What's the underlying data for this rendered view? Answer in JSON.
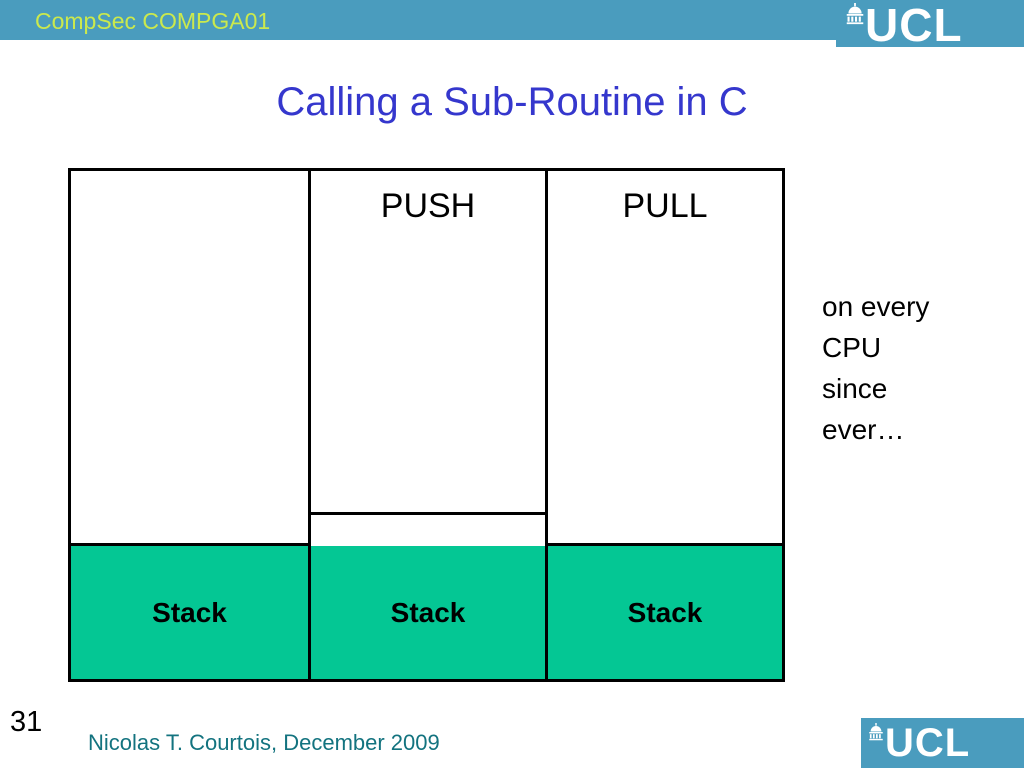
{
  "colors": {
    "bar": "#4a9cbe",
    "header_label": "#cbe94d",
    "title": "#3537cd",
    "stack_green": "#04c794",
    "footer_text": "#13737f"
  },
  "header": {
    "course_label": "CompSec COMPGA01",
    "logo_text": "UCL"
  },
  "slide": {
    "title": "Calling a Sub-Routine in C",
    "page_number": "31",
    "footer_credit": "Nicolas T. Courtois, December 2009"
  },
  "diagram": {
    "columns": [
      {
        "header": "",
        "stack_label": "Stack"
      },
      {
        "header": "PUSH",
        "stack_label": "Stack"
      },
      {
        "header": "PULL",
        "stack_label": "Stack"
      }
    ],
    "side_note_lines": [
      "on every",
      "CPU",
      "since",
      "ever…"
    ]
  },
  "footer_logo": {
    "logo_text": "UCL"
  }
}
